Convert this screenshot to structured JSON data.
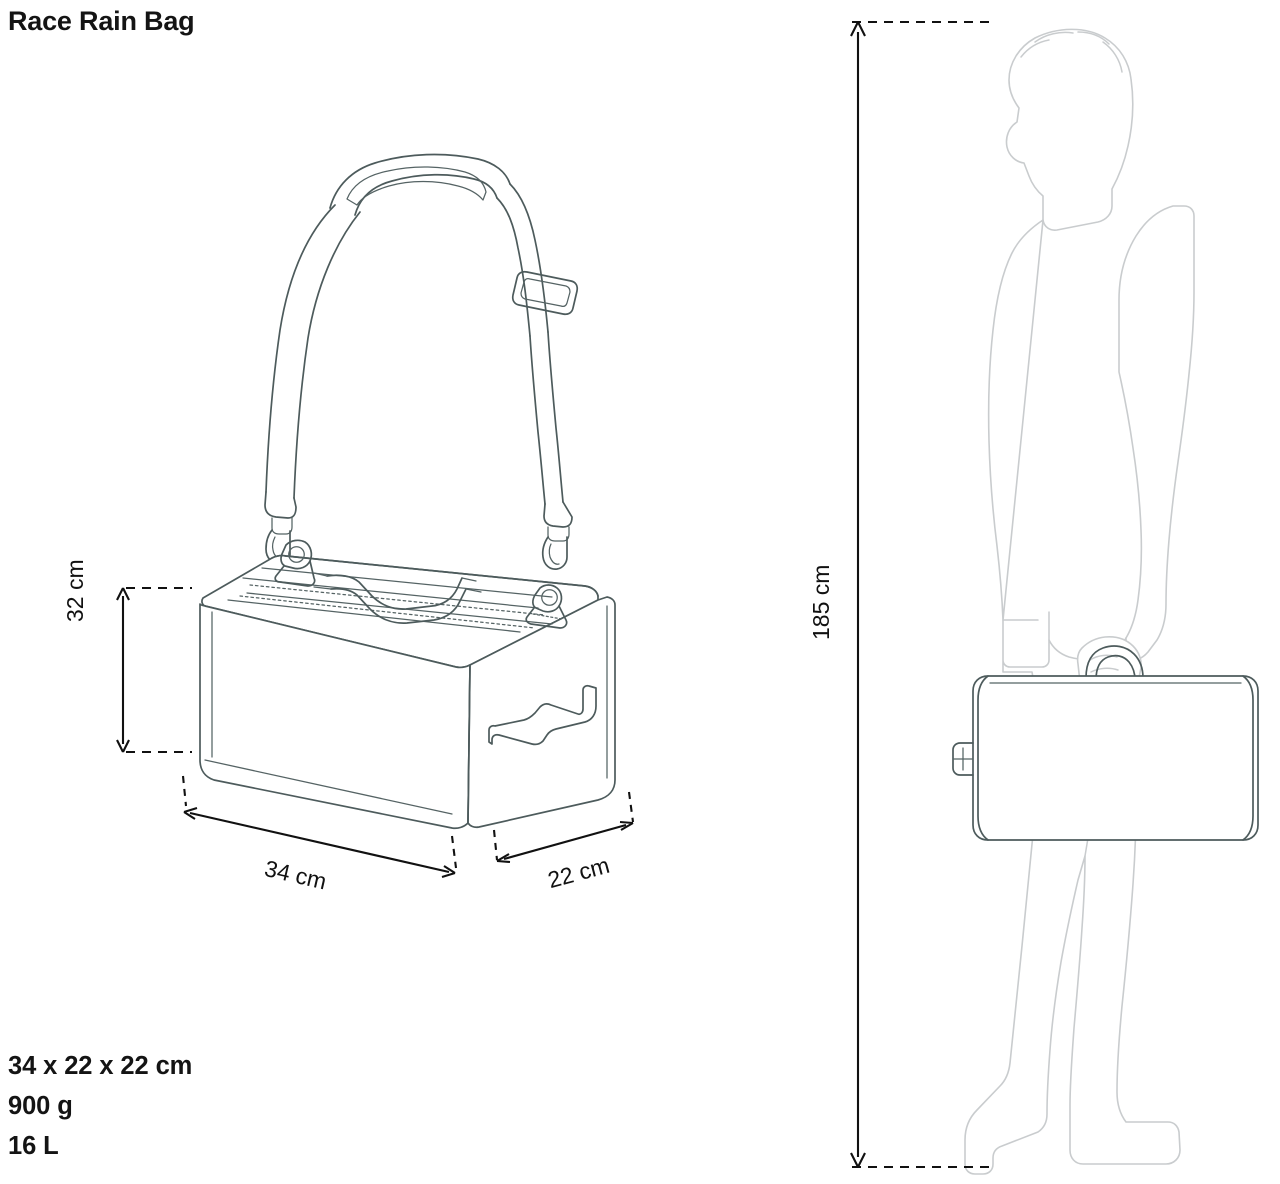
{
  "page": {
    "title": "Race Rain Bag",
    "background_color": "#ffffff",
    "line_color": "#4d5b5c",
    "person_line_color": "#c9ccce",
    "dimension_color": "#111111"
  },
  "specs": {
    "dimensions": "34 x 22 x 22 cm",
    "weight": "900 g",
    "volume": "16 L"
  },
  "dimensions": {
    "height": "32 cm",
    "width": "34 cm",
    "depth": "22 cm",
    "person_height": "185 cm"
  },
  "illustrations": {
    "product_drawing": "race-rain-bag-isometric-with-shoulder-strap",
    "scale_reference": "person-silhouette-carrying-bag"
  }
}
